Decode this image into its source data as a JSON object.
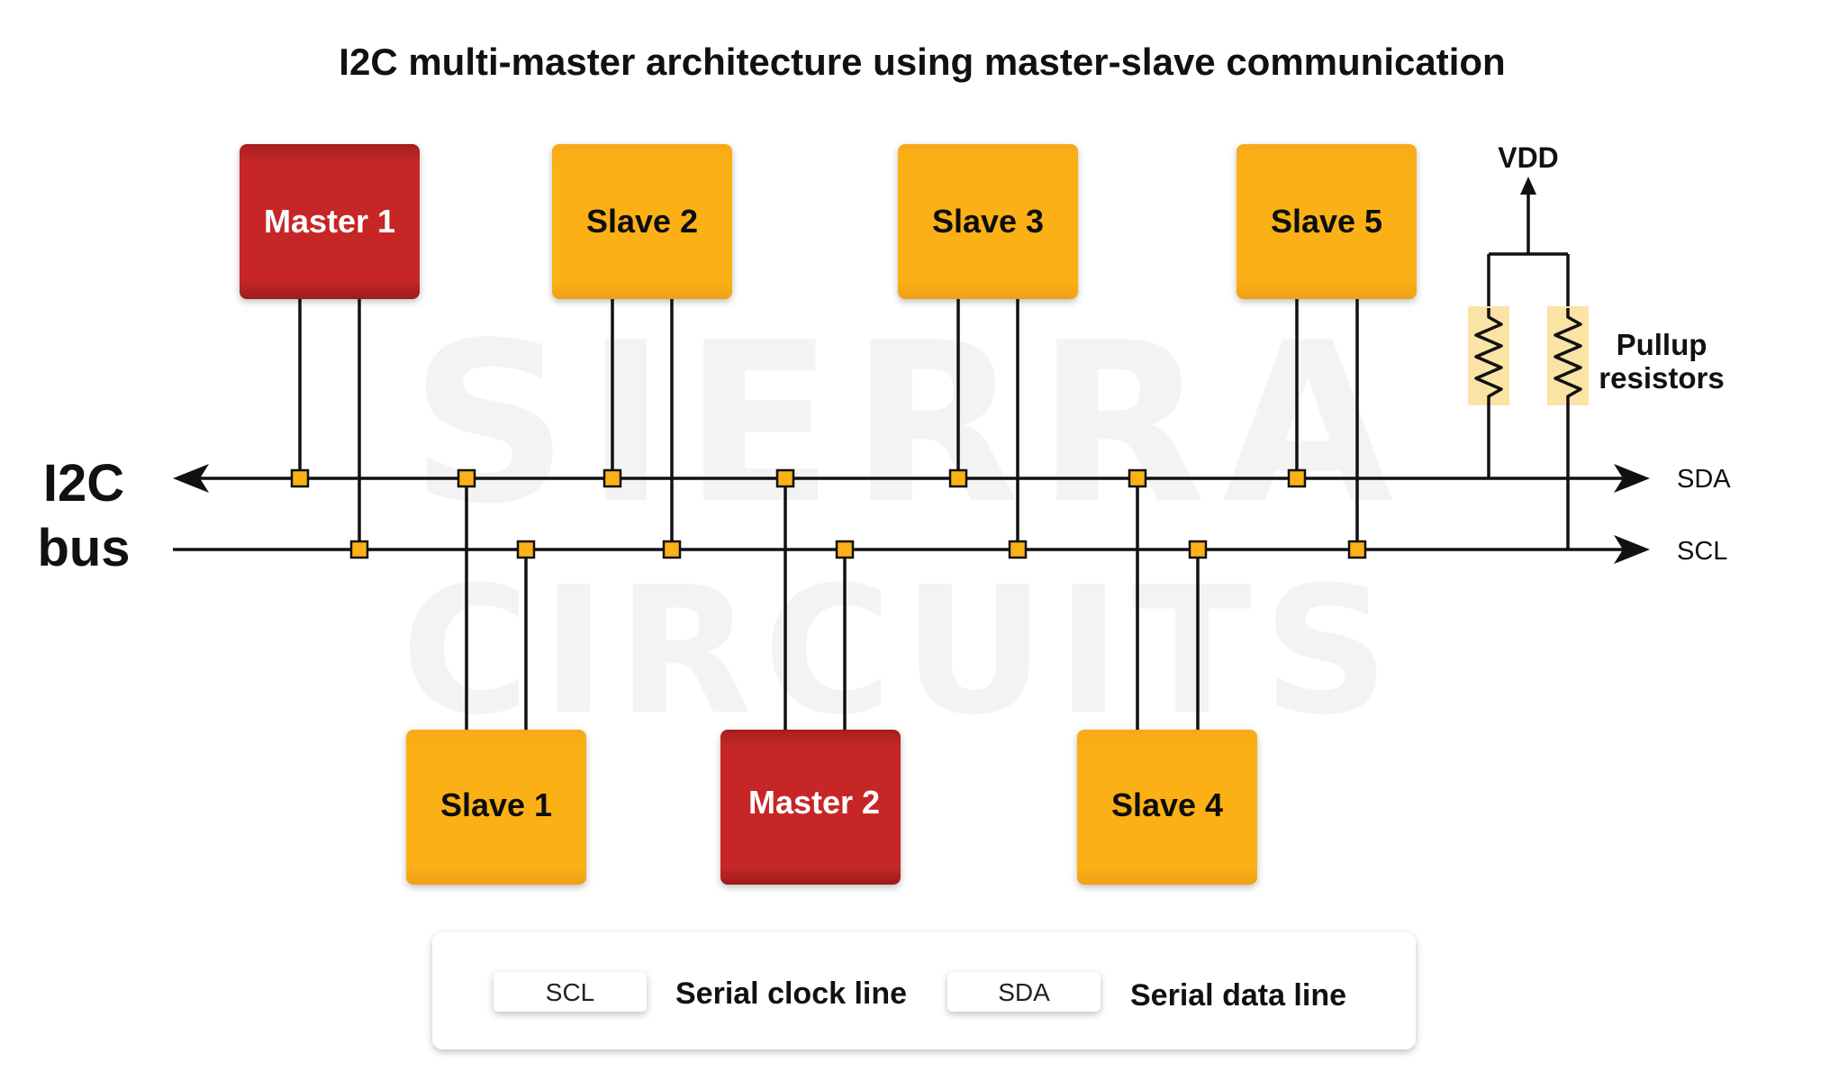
{
  "title": "I2C multi-master architecture using master-slave communication",
  "watermark": {
    "line1": "SIERRA",
    "line2": "CIRCUITS"
  },
  "bus": {
    "label_line1": "I2C",
    "label_line2": "bus",
    "sda_label": "SDA",
    "scl_label": "SCL"
  },
  "devices": [
    {
      "id": "master1",
      "label": "Master 1",
      "role": "master"
    },
    {
      "id": "slave2",
      "label": "Slave 2",
      "role": "slave"
    },
    {
      "id": "slave3",
      "label": "Slave 3",
      "role": "slave"
    },
    {
      "id": "slave5",
      "label": "Slave 5",
      "role": "slave"
    },
    {
      "id": "slave1",
      "label": "Slave 1",
      "role": "slave"
    },
    {
      "id": "master2",
      "label": "Master 2",
      "role": "master"
    },
    {
      "id": "slave4",
      "label": "Slave 4",
      "role": "slave"
    }
  ],
  "power": {
    "label": "VDD"
  },
  "pullup": {
    "label_line1": "Pullup",
    "label_line2": "resistors"
  },
  "legend": {
    "items": [
      {
        "key": "SCL",
        "description": "Serial clock line"
      },
      {
        "key": "SDA",
        "description": "Serial data line"
      }
    ]
  },
  "colors": {
    "master": "#c62828",
    "slave": "#fbb117",
    "junction": "#fbb117",
    "resistor_bg": "#fbe3a6",
    "line": "#111111"
  }
}
